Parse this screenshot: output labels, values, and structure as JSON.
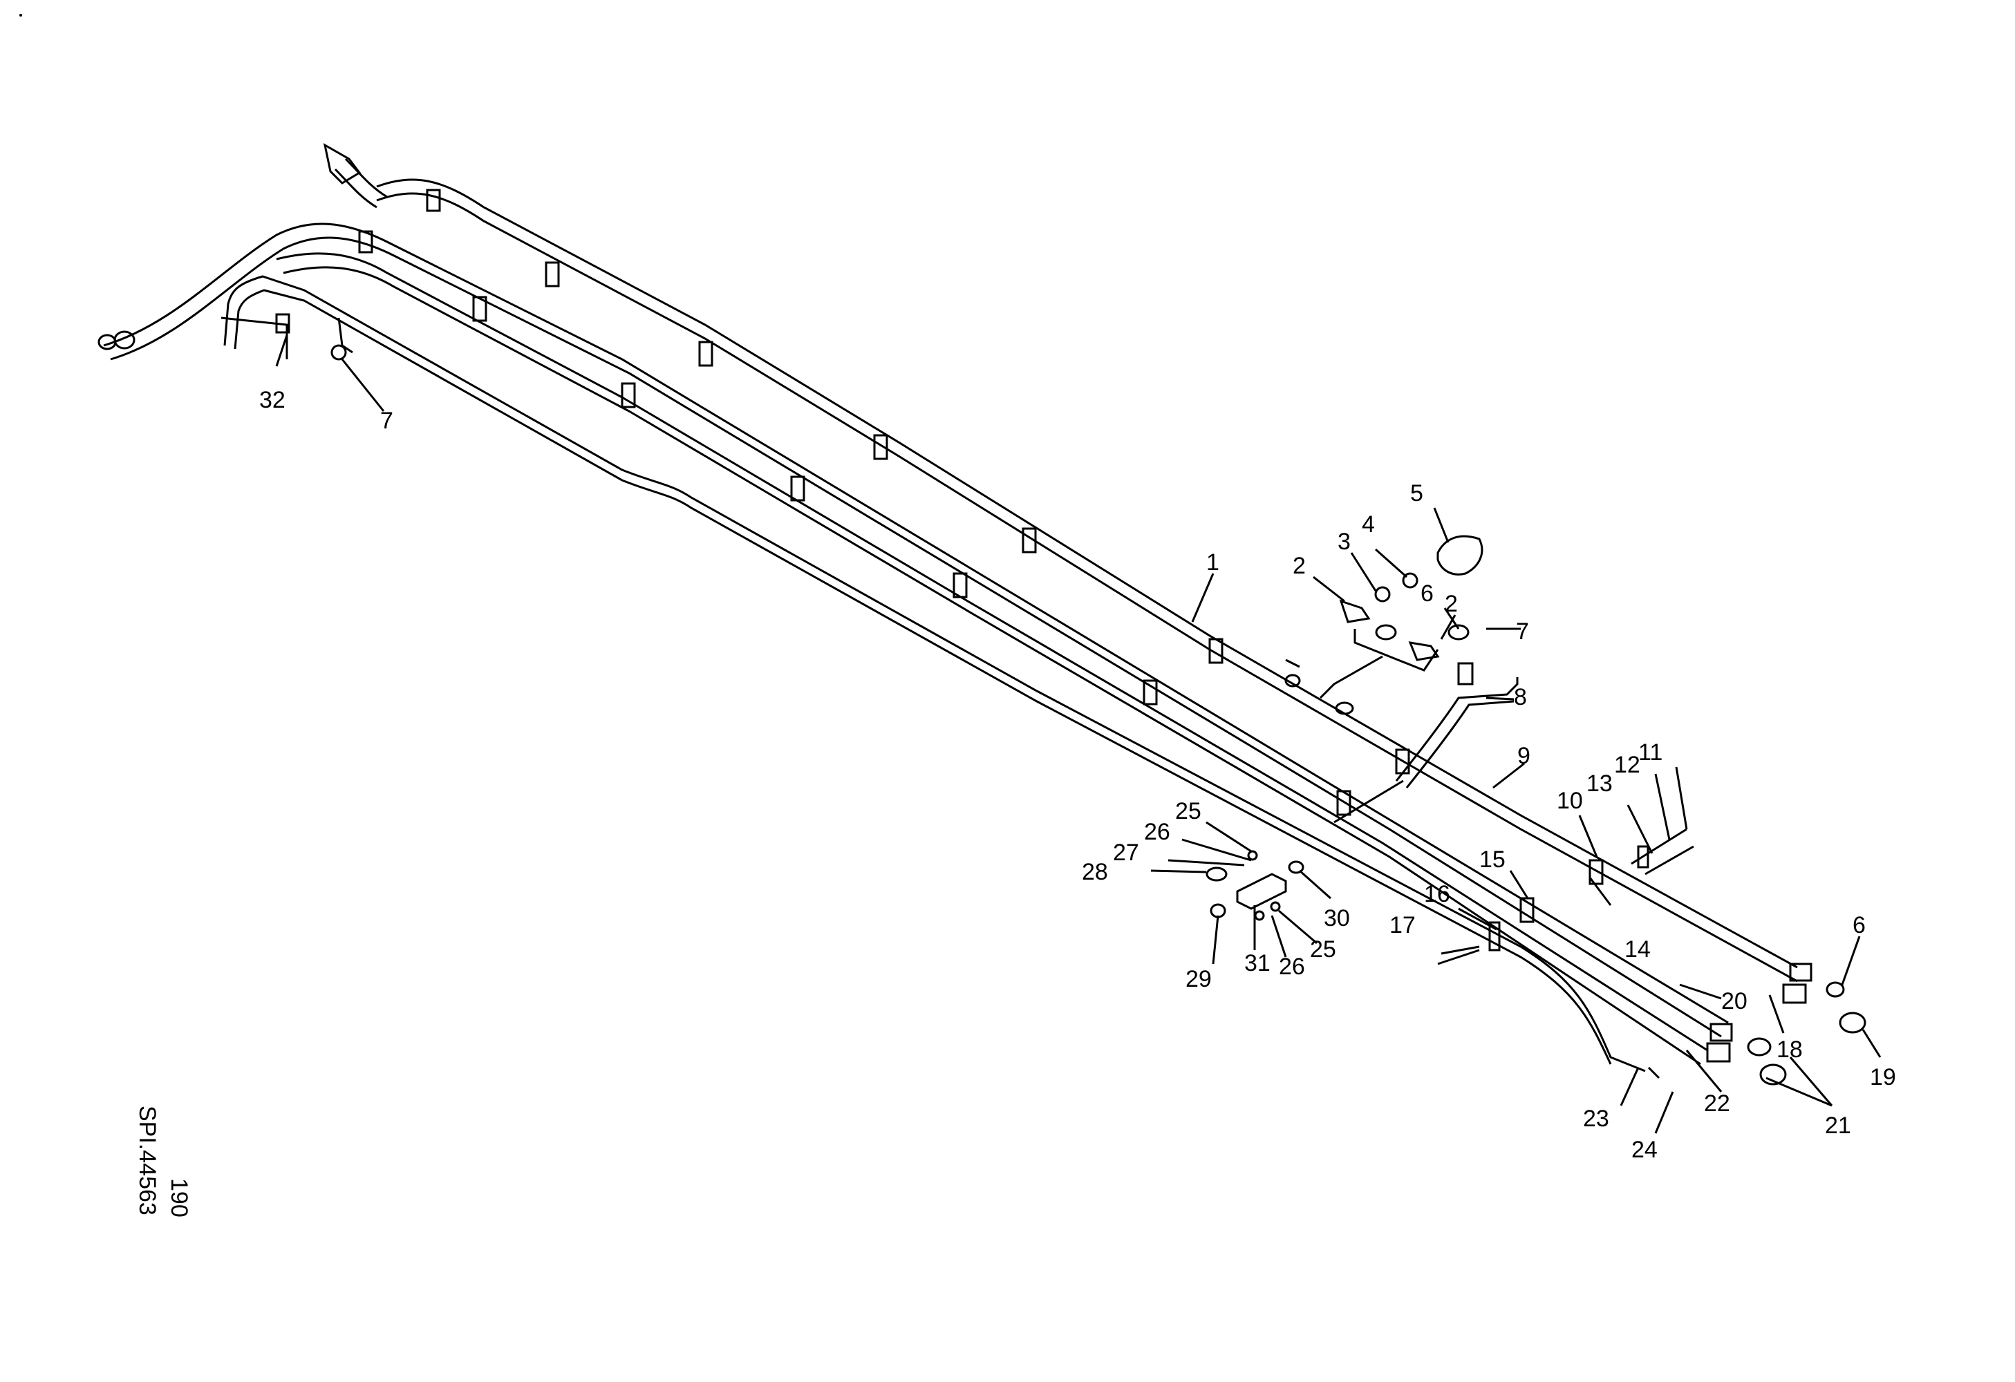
{
  "drawing": {
    "page_number": "190",
    "drawing_code": "SPI.44563"
  },
  "callouts": [
    {
      "id": "c1",
      "label": "1"
    },
    {
      "id": "c2a",
      "label": "2"
    },
    {
      "id": "c2b",
      "label": "2"
    },
    {
      "id": "c3",
      "label": "3"
    },
    {
      "id": "c4",
      "label": "4"
    },
    {
      "id": "c5",
      "label": "5"
    },
    {
      "id": "c6a",
      "label": "6"
    },
    {
      "id": "c6b",
      "label": "6"
    },
    {
      "id": "c7a",
      "label": "7"
    },
    {
      "id": "c7b",
      "label": "7"
    },
    {
      "id": "c8",
      "label": "8"
    },
    {
      "id": "c9",
      "label": "9"
    },
    {
      "id": "c10",
      "label": "10"
    },
    {
      "id": "c11",
      "label": "11"
    },
    {
      "id": "c12",
      "label": "12"
    },
    {
      "id": "c13",
      "label": "13"
    },
    {
      "id": "c14",
      "label": "14"
    },
    {
      "id": "c15",
      "label": "15"
    },
    {
      "id": "c16",
      "label": "16"
    },
    {
      "id": "c17",
      "label": "17"
    },
    {
      "id": "c18",
      "label": "18"
    },
    {
      "id": "c19",
      "label": "19"
    },
    {
      "id": "c20",
      "label": "20"
    },
    {
      "id": "c21",
      "label": "21"
    },
    {
      "id": "c22",
      "label": "22"
    },
    {
      "id": "c23",
      "label": "23"
    },
    {
      "id": "c24",
      "label": "24"
    },
    {
      "id": "c25a",
      "label": "25"
    },
    {
      "id": "c25b",
      "label": "25"
    },
    {
      "id": "c26a",
      "label": "26"
    },
    {
      "id": "c26b",
      "label": "26"
    },
    {
      "id": "c27",
      "label": "27"
    },
    {
      "id": "c28",
      "label": "28"
    },
    {
      "id": "c29",
      "label": "29"
    },
    {
      "id": "c30",
      "label": "30"
    },
    {
      "id": "c31",
      "label": "31"
    },
    {
      "id": "c32",
      "label": "32"
    }
  ]
}
